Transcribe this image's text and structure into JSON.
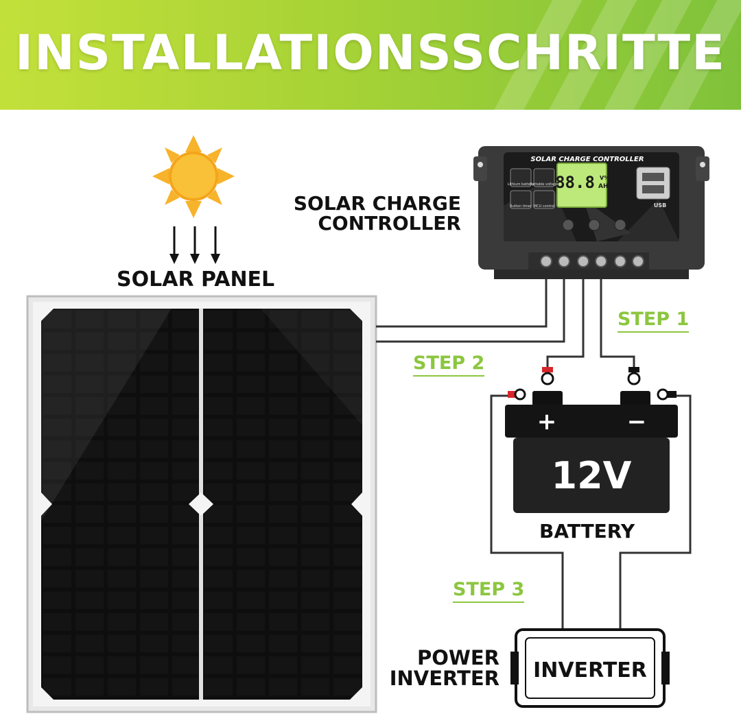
{
  "banner": {
    "title": "INSTALLATIONSSCHRITTE"
  },
  "labels": {
    "solar_panel": "SOLAR PANEL",
    "controller_line1": "SOLAR CHARGE",
    "controller_line2": "CONTROLLER",
    "battery": "BATTERY",
    "inverter_line1": "POWER",
    "inverter_line2": "INVERTER"
  },
  "steps": {
    "step1": "STEP 1",
    "step2": "STEP 2",
    "step3": "STEP 3"
  },
  "controller": {
    "header": "SOLAR CHARGE CONTROLLER",
    "display": "88.8",
    "unit_top": "V%",
    "unit_bottom": "AH",
    "usb_label": "USB",
    "btn1": "Lithium battery",
    "btn2": "Settable voltage",
    "btn3": "Button timer",
    "btn4": "MCU control"
  },
  "battery": {
    "voltage": "12V",
    "plus": "+",
    "minus": "−"
  },
  "inverter": {
    "label": "INVERTER"
  },
  "colors": {
    "accent_green": "#8cc63f",
    "banner_start": "#c3e03a",
    "banner_end": "#7fc23a"
  }
}
